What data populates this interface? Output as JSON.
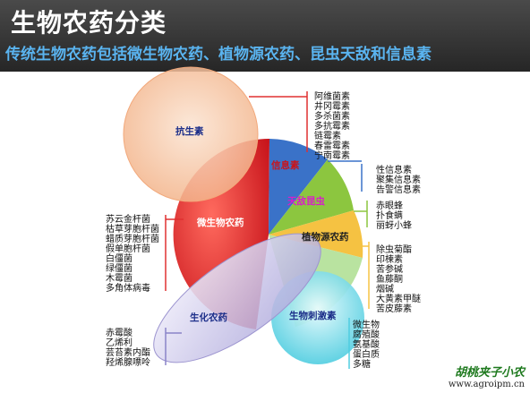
{
  "header": {
    "title": "生物农药分类",
    "subtitle": "传统生物农药包括微生物农药、植物源农药、昆虫天敌和信息素"
  },
  "segments": {
    "antibiotic": "抗生素",
    "microbial": "微生物农药",
    "pheromone": "信息素",
    "natural_enemy": "天敌昆虫",
    "botanical": "植物源农药",
    "biochemical": "生化农药",
    "bio_stimulant": "生物刺激素"
  },
  "lists": {
    "antibiotic": [
      "阿维菌素",
      "井冈霉素",
      "多杀菌素",
      "多抗霉素",
      "链霉素",
      "春雷霉素",
      "宁南霉素"
    ],
    "pheromone": [
      "性信息素",
      "聚集信息素",
      "告警信息素"
    ],
    "natural_enemy": [
      "赤眼蜂",
      "扑食螨",
      "丽蚜小蜂"
    ],
    "botanical": [
      "除虫菊酯",
      "印楝素",
      "苦参碱",
      "鱼藤酮",
      "烟碱",
      "大黄素甲醚",
      "苦皮藤素"
    ],
    "microbial": [
      "苏云金杆菌",
      "枯草芽胞杆菌",
      "蜡质芽胞杆菌",
      "假单胞杆菌",
      "白僵菌",
      "绿僵菌",
      "木霉菌",
      "多角体病毒"
    ],
    "biochemical": [
      "赤霉酸",
      "乙烯利",
      "芸苔素内酯",
      "羟烯腺嘌呤"
    ],
    "bio_stimulant": [
      "微生物",
      "腐殖酸",
      "氨基酸",
      "蛋白质",
      "多糖"
    ]
  },
  "watermark": {
    "name": "胡桃夹子小农",
    "url": "www.agroipm.cn"
  },
  "colors": {
    "header_bg": "#333333",
    "title": "#ffffff",
    "subtitle": "#5ab4f0",
    "antibiotic": "#f7c9a6",
    "microbial": "#e8322e",
    "pheromone": "#3a72c8",
    "natural_enemy": "#8cc63f",
    "botanical": "#f5c242",
    "biochemical": "#c8c4e8",
    "bio_stimulant": "#6fd6e6"
  }
}
